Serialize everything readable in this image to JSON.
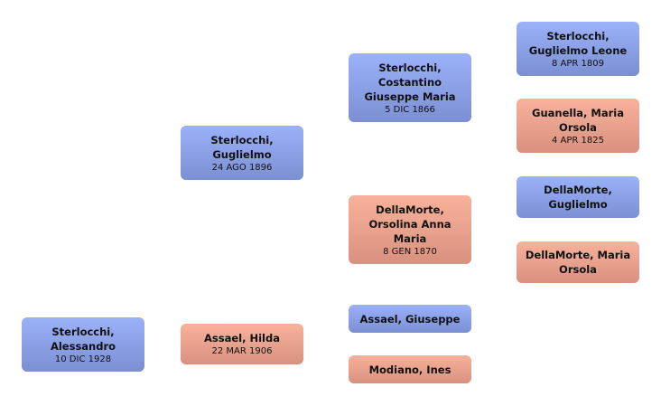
{
  "people": [
    {
      "id": "p0",
      "name": "Sterlocchi, Alessandro",
      "date": "10 DIC 1928",
      "sex": "m"
    },
    {
      "id": "p1",
      "name": "Sterlocchi, Guglielmo",
      "date": "24 AGO 1896",
      "sex": "m"
    },
    {
      "id": "p2",
      "name": "Assael, Hilda",
      "date": "22 MAR 1906",
      "sex": "f"
    },
    {
      "id": "p3",
      "name": "Sterlocchi, Costantino Giuseppe Maria",
      "date": "5 DIC 1866",
      "sex": "m"
    },
    {
      "id": "p4",
      "name": "DellaMorte, Orsolina Anna Maria",
      "date": "8 GEN 1870",
      "sex": "f"
    },
    {
      "id": "p5",
      "name": "Assael, Giuseppe",
      "date": "",
      "sex": "m"
    },
    {
      "id": "p6",
      "name": "Modiano, Ines",
      "date": "",
      "sex": "f"
    },
    {
      "id": "p7",
      "name": "Sterlocchi, Guglielmo Leone",
      "date": "8 APR 1809",
      "sex": "m"
    },
    {
      "id": "p8",
      "name": "Guanella, Maria Orsola",
      "date": "4 APR 1825",
      "sex": "f"
    },
    {
      "id": "p9",
      "name": "DellaMorte, Guglielmo",
      "date": "",
      "sex": "m"
    },
    {
      "id": "p10",
      "name": "DellaMorte, Maria Orsola",
      "date": "",
      "sex": "f"
    }
  ],
  "colors": {
    "male_top": "#9bb1f9",
    "male_bottom": "#7c8fd2",
    "female_top": "#f8b29b",
    "female_bottom": "#d8917f"
  }
}
